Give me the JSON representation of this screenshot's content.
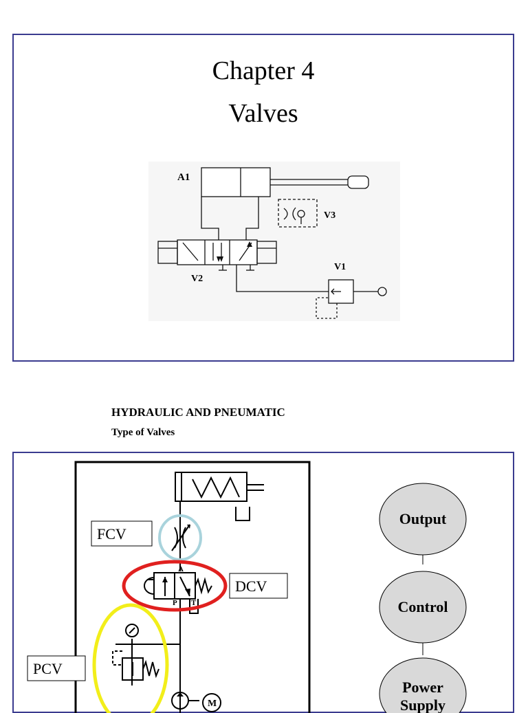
{
  "page1": {
    "title_line1": "Chapter 4",
    "title_line2": "Valves",
    "diagram_labels": {
      "a1": "A1",
      "v1": "V1",
      "v2": "V2",
      "v3": "V3"
    }
  },
  "page2": {
    "header": "HYDRAULIC AND PNEUMATIC",
    "subheader": "Type of Valves",
    "circuit_labels": {
      "fcv": "FCV",
      "dcv": "DCV",
      "pcv": "PCV",
      "port_a": "A",
      "port_p": "P",
      "port_t": "T",
      "motor": "M"
    },
    "flow_nodes": [
      {
        "label_line1": "Output",
        "label_line2": ""
      },
      {
        "label_line1": "Control",
        "label_line2": ""
      },
      {
        "label_line1": "Power",
        "label_line2": "Supply"
      }
    ],
    "highlight_colors": {
      "fcv": "#a9d3dc",
      "dcv": "#e0201f",
      "pcv": "#f2ee1a"
    },
    "node_fill": "#d9d9d9"
  }
}
